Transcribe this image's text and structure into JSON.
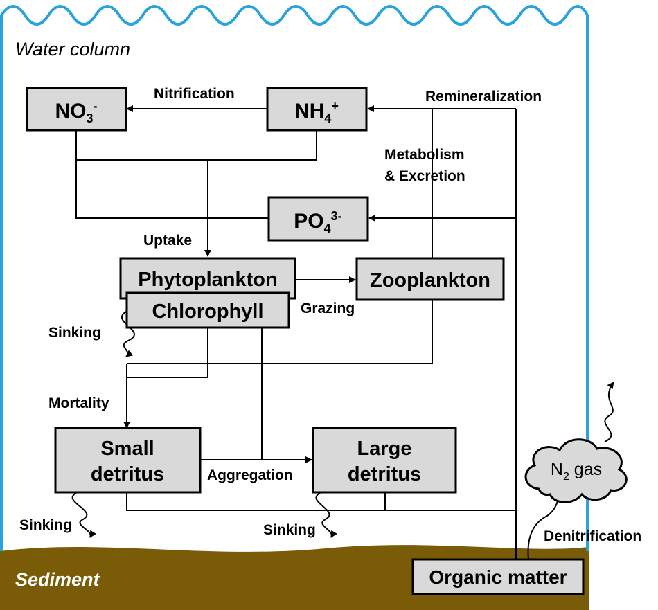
{
  "regions": {
    "water_column": "Water column",
    "sediment": "Sediment"
  },
  "colors": {
    "water_outline": "#2aa3dc",
    "sediment_fill": "#7a5c08",
    "box_fill": "#d9d9d9"
  },
  "boxes": {
    "no3": {
      "main": "NO",
      "sub": "3",
      "sup": "-"
    },
    "nh4": {
      "main": "NH",
      "sub": "4",
      "sup": "+"
    },
    "po4": {
      "main": "PO",
      "sub": "4",
      "sup": "3-"
    },
    "phytoplankton": "Phytoplankton",
    "chlorophyll": "Chlorophyll",
    "zooplankton": "Zooplankton",
    "small_detritus": {
      "line1": "Small",
      "line2": "detritus"
    },
    "large_detritus": {
      "line1": "Large",
      "line2": "detritus"
    },
    "organic_matter": "Organic matter",
    "n2_gas": {
      "main": "N",
      "sub": "2",
      "rest": " gas"
    }
  },
  "labels": {
    "nitrification": "Nitrification",
    "remineralization": "Remineralization",
    "metabolism_1": "Metabolism",
    "metabolism_2": "& Excretion",
    "uptake": "Uptake",
    "grazing": "Grazing",
    "sinking": "Sinking",
    "mortality": "Mortality",
    "aggregation": "Aggregation",
    "denitrification": "Denitrification"
  }
}
